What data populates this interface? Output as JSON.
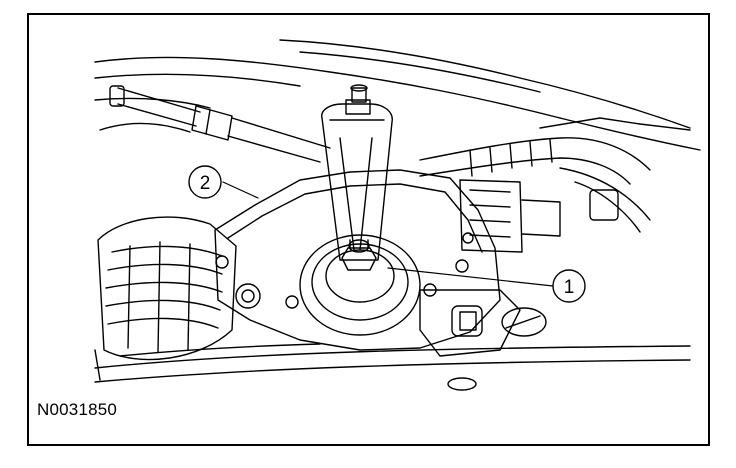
{
  "figure": {
    "code": "N0031850",
    "callouts": [
      {
        "number": "1",
        "target": "nut"
      },
      {
        "number": "2",
        "target": "special-tool"
      }
    ],
    "colors": {
      "line": "#000000",
      "background": "#ffffff"
    }
  }
}
